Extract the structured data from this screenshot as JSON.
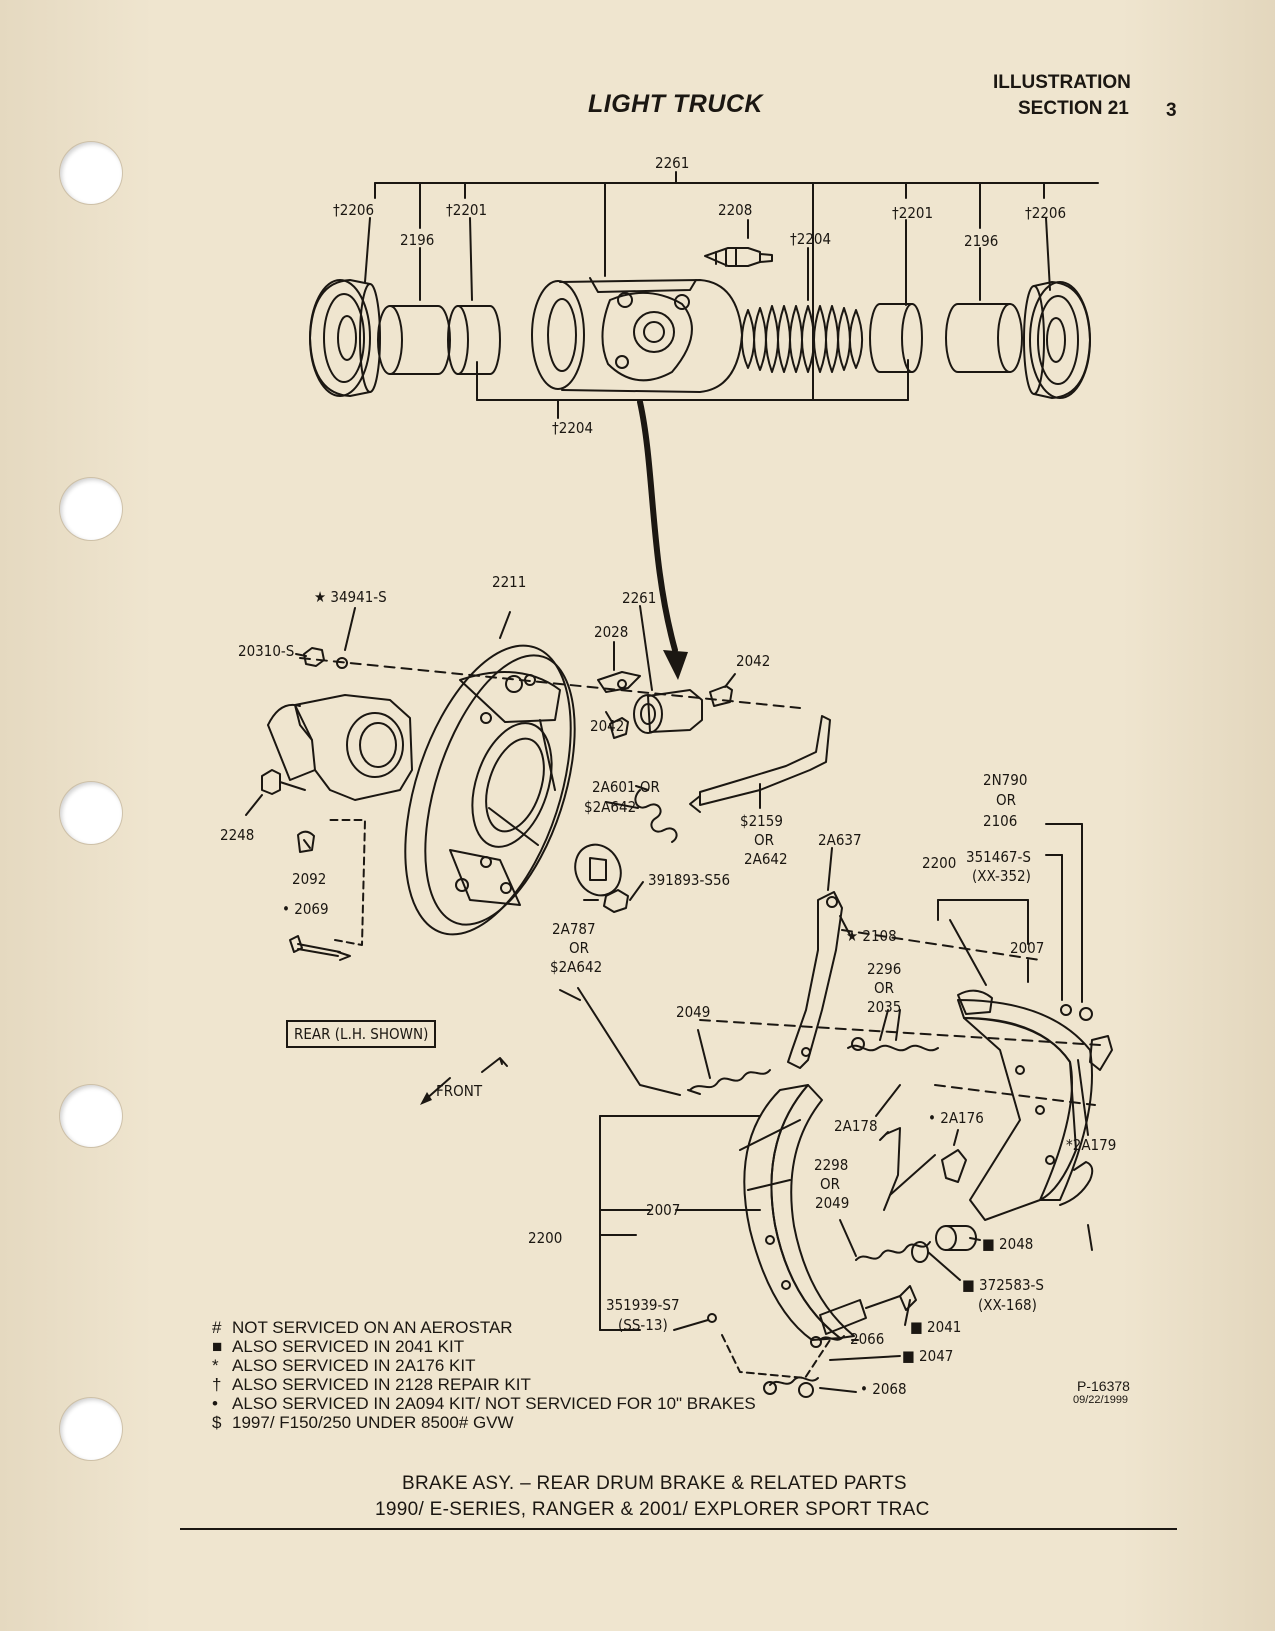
{
  "header": {
    "title": "LIGHT TRUCK",
    "section_line1": "ILLUSTRATION",
    "section_line2": "SECTION 21",
    "page_number": "3"
  },
  "callouts": {
    "c2261_top": "2261",
    "c2206_l": "†2206",
    "c2196_l": "2196",
    "c2201_l": "†2201",
    "c2208": "2208",
    "c2204_tr": "†2204",
    "c2201_r": "†2201",
    "c2196_r": "2196",
    "c2206_r": "†2206",
    "c2204_b": "†2204",
    "c34941": "★ 34941-S",
    "c2211": "2211",
    "c2261_mid": "2261",
    "c2028": "2028",
    "c2042_a": "2042",
    "c20310": "20310-S",
    "c2042_b": "2042",
    "c2A601_1": "2A601 OR",
    "c2A601_2": "$2A642",
    "c2159_1": "$2159",
    "c2159_2": "OR",
    "c2159_3": "2A642",
    "c2248": "2248",
    "c2092": "2092",
    "c2069": "• 2069",
    "c391893": "391893-S56",
    "c2A787_1": "2A787",
    "c2A787_2": "OR",
    "c2A787_3": "$2A642",
    "c2N790_1": "2N790",
    "c2N790_2": "OR",
    "c2N790_3": "2106",
    "c2A637": "2A637",
    "c2200_top": "2200",
    "c351467_1": "351467-S",
    "c351467_2": "(XX-352)",
    "c2108": "★ 2108",
    "c2007_top": "2007",
    "c2296_1": "2296",
    "c2296_2": "OR",
    "c2296_3": "2035",
    "c2049_a": "2049",
    "c2A178": "2A178",
    "c2A176": "• 2A176",
    "c2A179": "*2A179",
    "c2298_1": "2298",
    "c2298_2": "OR",
    "c2298_3": "2049",
    "c2007_b": "2007",
    "c2200_b": "2200",
    "c2048": "■ 2048",
    "c372583_1": "■ 372583-S",
    "c372583_2": "(XX-168)",
    "c351939_1": "351939-S7",
    "c351939_2": "(SS-13)",
    "c2041": "■ 2041",
    "c2066": "2066",
    "c2047": "■ 2047",
    "c2068": "• 2068",
    "front": "FRONT"
  },
  "rear_label": "REAR (L.H. SHOWN)",
  "legend": [
    {
      "symbol": "#",
      "text": "NOT SERVICED ON AN AEROSTAR"
    },
    {
      "symbol": "■",
      "text": "ALSO SERVICED IN 2041 KIT"
    },
    {
      "symbol": "*",
      "text": "ALSO SERVICED IN 2A176 KIT"
    },
    {
      "symbol": "†",
      "text": "ALSO SERVICED IN 2128 REPAIR KIT"
    },
    {
      "symbol": "•",
      "text": "ALSO SERVICED IN 2A094 KIT/ NOT SERVICED FOR 10\" BRAKES"
    },
    {
      "symbol": "$",
      "text": "1997/ F150/250 UNDER 8500# GVW"
    }
  ],
  "reference": {
    "code": "P-16378",
    "date": "09/22/1999"
  },
  "caption": {
    "line1": "BRAKE ASY. – REAR DRUM BRAKE & RELATED PARTS",
    "line2": "1990/ E-SERIES, RANGER  & 2001/ EXPLORER SPORT TRAC"
  }
}
